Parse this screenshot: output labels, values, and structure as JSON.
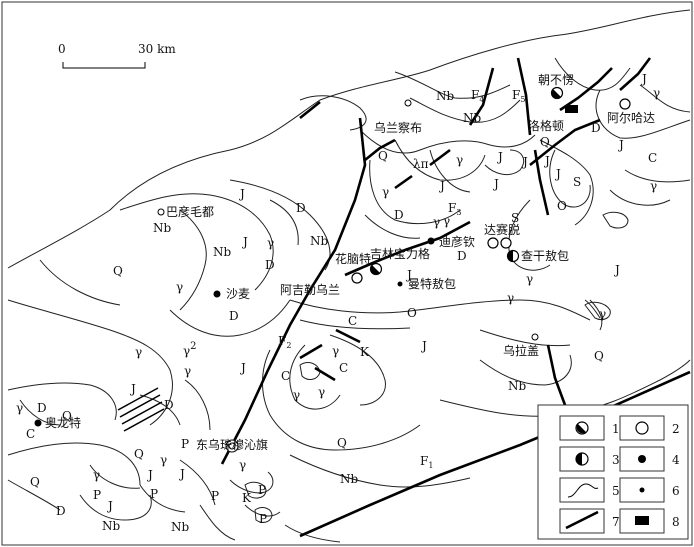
{
  "scale_bar": {
    "start": "0",
    "end": "30 km"
  },
  "faults": {
    "f1": "F",
    "f1_sub": "1",
    "f2": "F",
    "f2_sub": "2",
    "f3": "F",
    "f3_sub": "3",
    "f4": "F",
    "f4_sub": "4",
    "f5": "F",
    "f5_sub": "5"
  },
  "places": {
    "chaobulao": "朝不愣",
    "wulanchabu": "乌兰察布",
    "luogedun": "洛格顿",
    "aerhada": "阿尔哈达",
    "bayanmaodu": "巴彦毛都",
    "huanaote": "花脑特",
    "jilinbaolige": "吉林宝力格",
    "diyanqin": "迪彦钦",
    "dasaituo": "达赛脱",
    "chaganaobao": "查干敖包",
    "shamai": "沙麦",
    "ajilewulan": "阿吉勒乌兰",
    "mantesaobao": "曼特敖包",
    "wulagai": "乌拉盖",
    "aolongte": "奥龙特",
    "dongwuzhumuqinqi": "东乌珠穆沁旗"
  },
  "units": {
    "Q": "Q",
    "J": "J",
    "D": "D",
    "C": "C",
    "O": "O",
    "S": "S",
    "P": "P",
    "K": "K",
    "Nb": "Nb",
    "gamma": "γ",
    "gamma2": "γ",
    "gamma2_sup": "2",
    "lambda_pi": "λπ"
  },
  "legend": {
    "items": [
      {
        "num": "1",
        "symbol": "half-filled-circle-diagonal"
      },
      {
        "num": "2",
        "symbol": "open-circle"
      },
      {
        "num": "3",
        "symbol": "half-filled-circle-vertical"
      },
      {
        "num": "4",
        "symbol": "large-dot"
      },
      {
        "num": "5",
        "symbol": "geological-boundary"
      },
      {
        "num": "6",
        "symbol": "small-dot"
      },
      {
        "num": "7",
        "symbol": "fault"
      },
      {
        "num": "8",
        "symbol": "black-rectangle"
      }
    ]
  }
}
